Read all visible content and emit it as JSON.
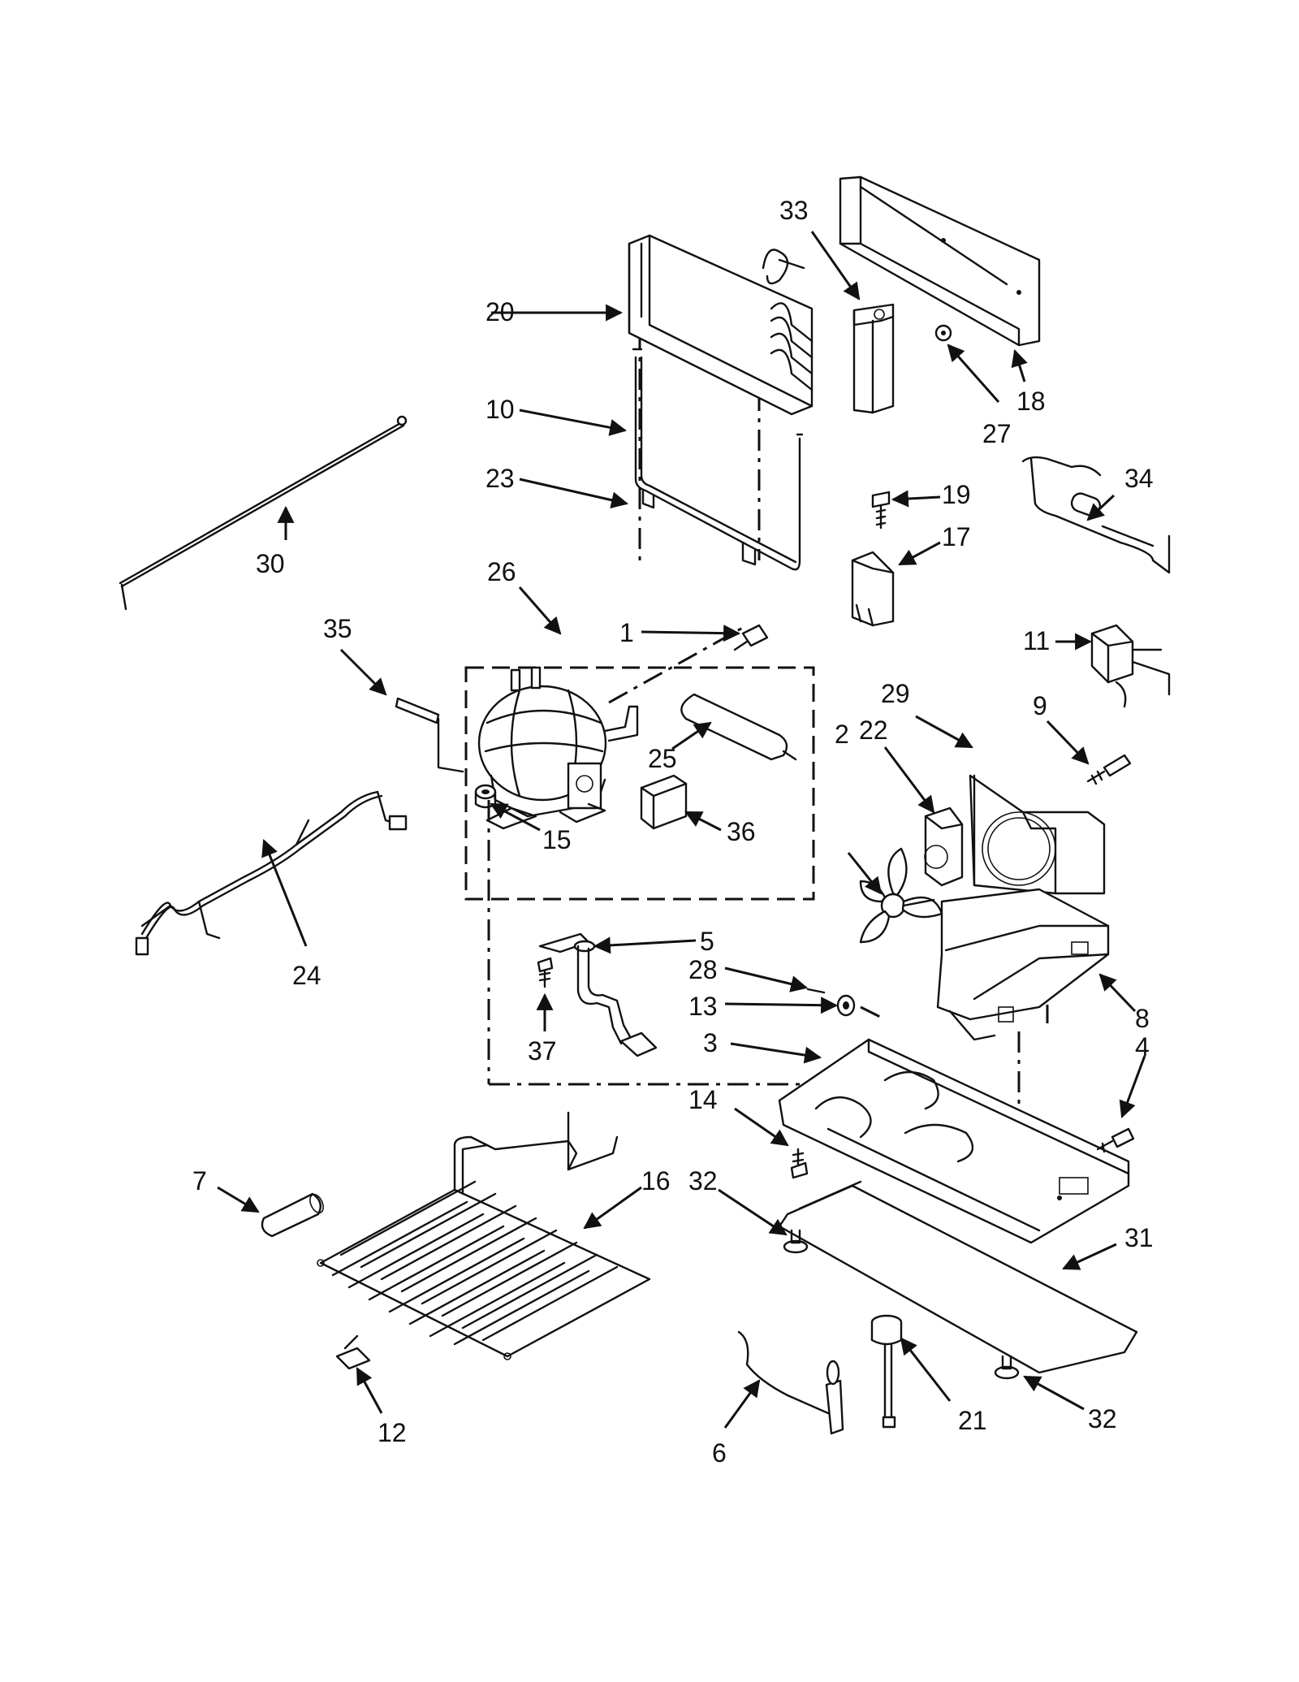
{
  "callouts": {
    "c1": "1",
    "c2": "2",
    "c3": "3",
    "c4": "4",
    "c5": "5",
    "c6": "6",
    "c7": "7",
    "c8": "8",
    "c9": "9",
    "c10": "10",
    "c11": "11",
    "c12": "12",
    "c13": "13",
    "c14": "14",
    "c15": "15",
    "c16": "16",
    "c17": "17",
    "c18": "18",
    "c19": "19",
    "c20": "20",
    "c21": "21",
    "c22": "22",
    "c23": "23",
    "c24": "24",
    "c25": "25",
    "c26": "26",
    "c27": "27",
    "c28": "28",
    "c29": "29",
    "c30": "30",
    "c31": "31",
    "c32a": "32",
    "c32b": "32",
    "c33": "33",
    "c34": "34",
    "c35": "35",
    "c36": "36",
    "c37": "37"
  }
}
